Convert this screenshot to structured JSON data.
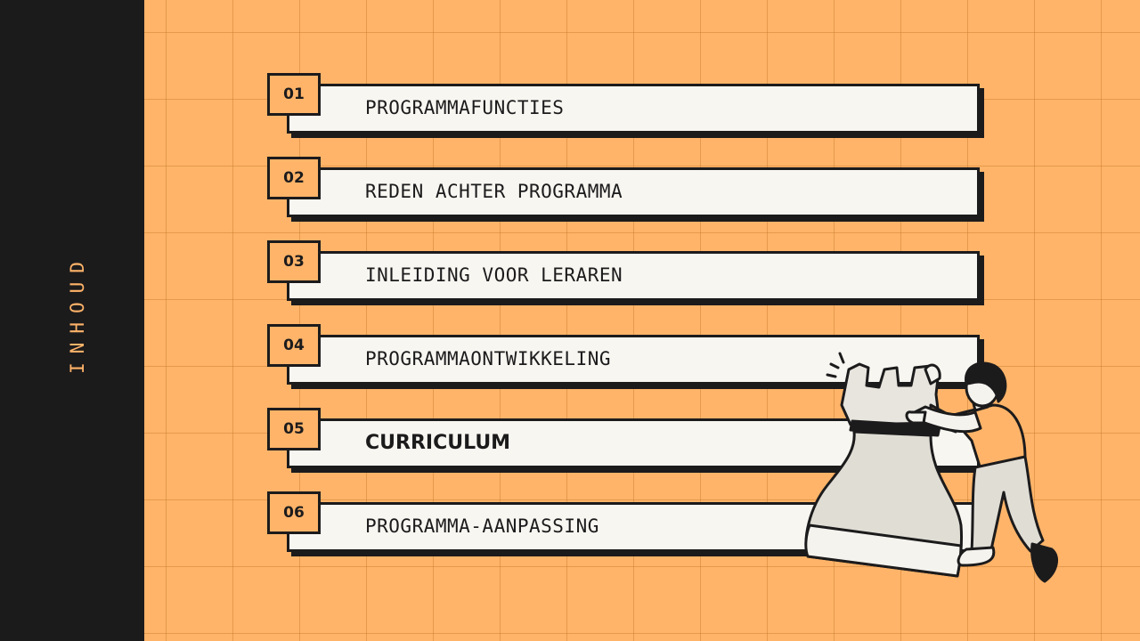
{
  "sidebar": {
    "title": "INHOUD"
  },
  "items": [
    {
      "number": "01",
      "label": "PROGRAMMAFUNCTIES"
    },
    {
      "number": "02",
      "label": "REDEN ACHTER PROGRAMMA"
    },
    {
      "number": "03",
      "label": "INLEIDING VOOR LERAREN"
    },
    {
      "number": "04",
      "label": "PROGRAMMAONTWIKKELING"
    },
    {
      "number": "05",
      "label": "CURRICULUM"
    },
    {
      "number": "06",
      "label": "PROGRAMMA-AANPASSING"
    }
  ],
  "illustration": {
    "icon": "person-pushing-chess-rook-icon"
  },
  "colors": {
    "background": "#FFB469",
    "sidebar": "#1C1B1C",
    "bar": "#F8F6F1",
    "ink": "#1C1B1C"
  }
}
